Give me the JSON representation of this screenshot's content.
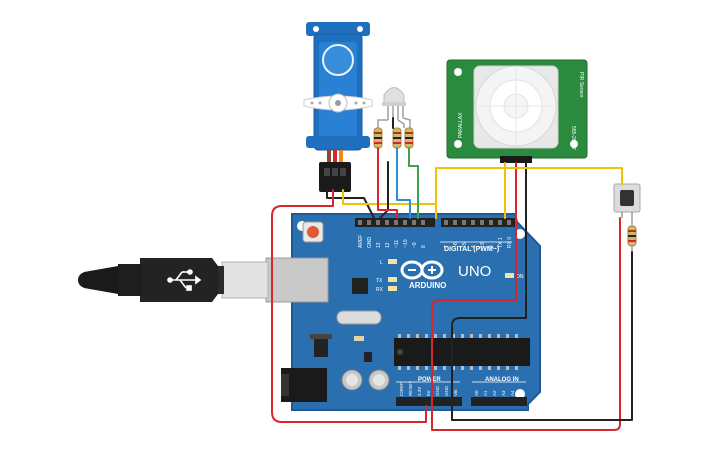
{
  "board": {
    "brand_text": "ARDUINO",
    "model_text": "UNO",
    "header_digital_label": "DIGITAL (PWM~)",
    "header_power_label": "POWER",
    "header_analog_label": "ANALOG IN",
    "led_labels": {
      "l": "L",
      "tx": "TX",
      "rx": "RX",
      "on": "ON"
    },
    "top_pins": [
      "AREF",
      "GND",
      "13",
      "12",
      "~11",
      "~10",
      "~9",
      "8",
      "7",
      "~6",
      "~5",
      "4",
      "~3",
      "2",
      "TX 1",
      "RX 0"
    ],
    "power_pins": [
      "IOREF",
      "RESET",
      "3.3V",
      "5V",
      "GND",
      "GND",
      "Vin"
    ],
    "analog_pins": [
      "A0",
      "A1",
      "A2",
      "A3",
      "A4",
      "A5"
    ]
  },
  "pir_sensor": {
    "side_label_left": "PARALLAX",
    "side_label_right_1": "555-28027",
    "side_label_right_2": "PIR Sensor"
  },
  "colors": {
    "board": "#2a6fb0",
    "wire_red": "#d9262c",
    "wire_black": "#222222",
    "wire_yellow": "#f2c200",
    "wire_green": "#3aa54a",
    "wire_blue": "#2a8fd6",
    "pcb_green": "#2a8a3e",
    "servo_blue": "#1f6fbf"
  }
}
